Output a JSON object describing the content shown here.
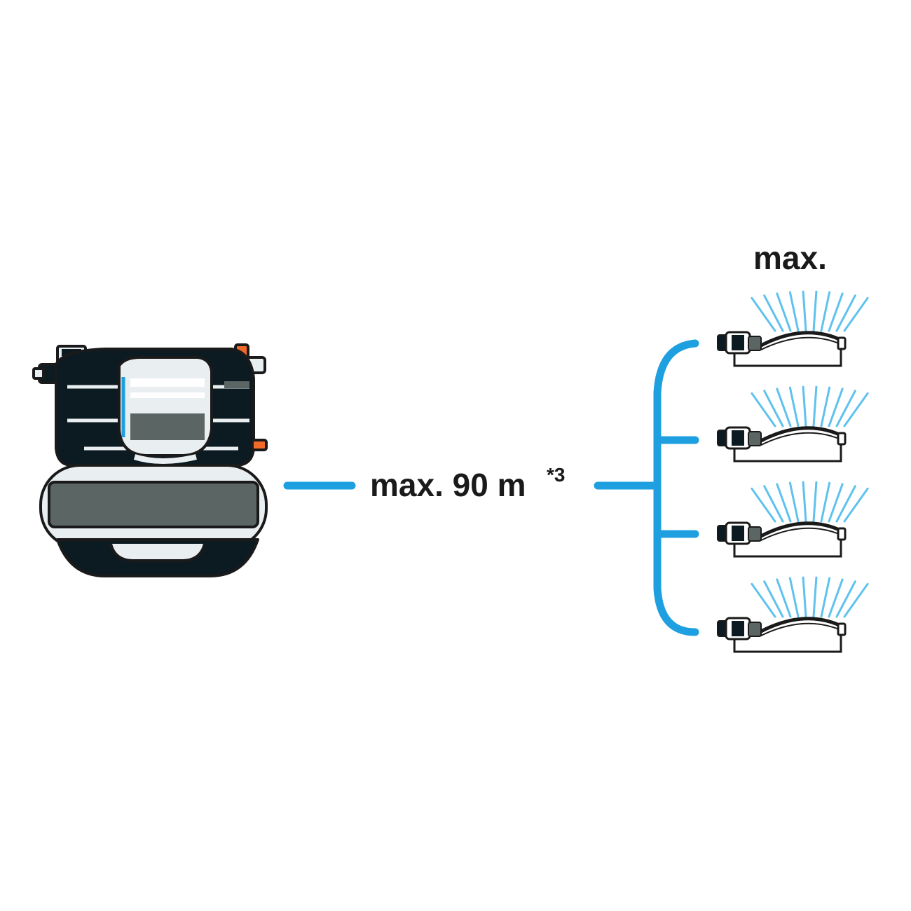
{
  "diagram": {
    "distance_label": "max. 90 m",
    "distance_footnote": "*3",
    "sprinkler_count_label": "max.",
    "sprinkler_count": 4
  },
  "colors": {
    "hose": "#1ea0e0",
    "spray": "#5fc2ee",
    "pump_dark": "#0c1a22",
    "pump_grey": "#5b6664",
    "pump_light": "#e9eef0",
    "accent_orange": "#f26a2a",
    "outline": "#1a1a1a"
  }
}
